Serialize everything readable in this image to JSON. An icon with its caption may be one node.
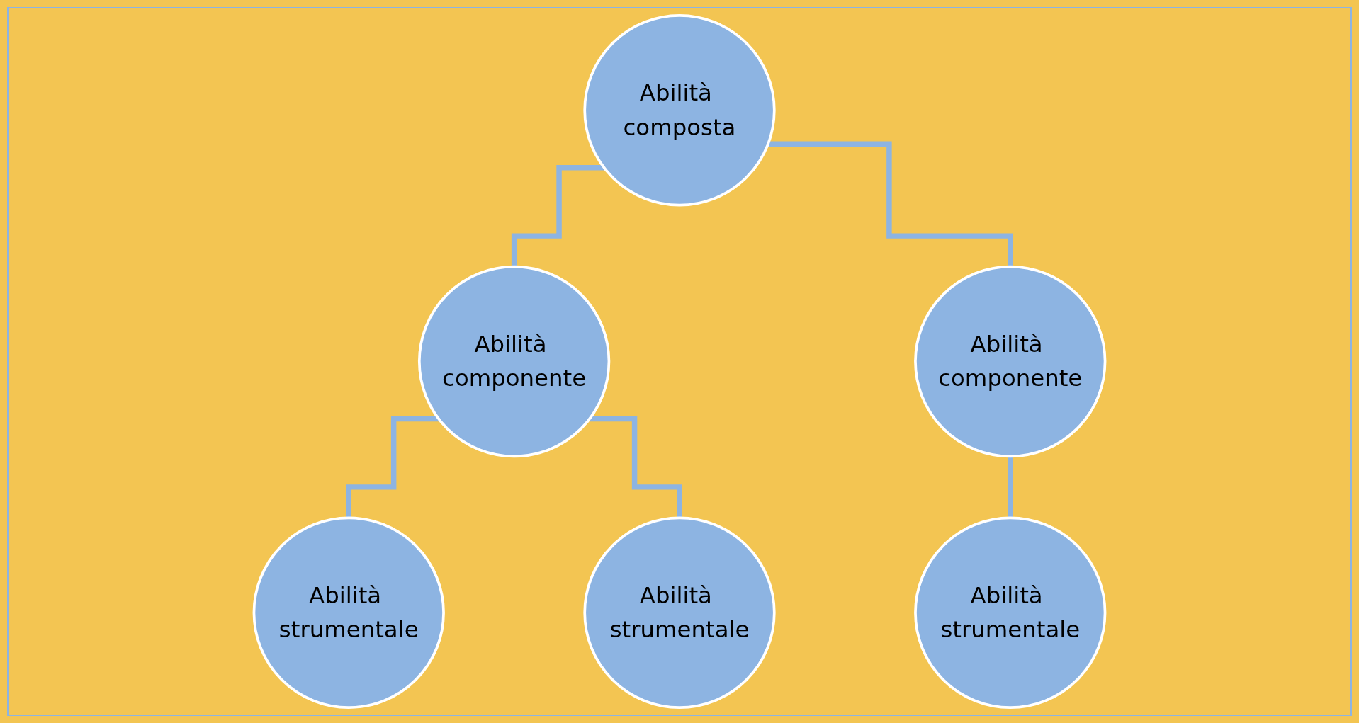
{
  "diagram": {
    "nodes": [
      {
        "text": [
          "Abilità composta"
        ]
      },
      {
        "text": [
          "Abilità componente"
        ]
      },
      {
        "text": [
          "Abilità componente"
        ]
      },
      {
        "text": [
          "Abilità strumentale"
        ]
      },
      {
        "text": [
          "Abilità strumentale"
        ]
      },
      {
        "text": [
          "Abilità strumentale"
        ]
      }
    ],
    "edges": [
      {
        "from": 0,
        "to": 1,
        "arrow": "none"
      },
      {
        "from": 0,
        "to": 2,
        "arrow": "none"
      },
      {
        "from": 1,
        "to": 3,
        "arrow": "none"
      },
      {
        "from": 1,
        "to": 4,
        "arrow": "none"
      },
      {
        "from": 2,
        "to": 5,
        "arrow": "none"
      }
    ]
  }
}
